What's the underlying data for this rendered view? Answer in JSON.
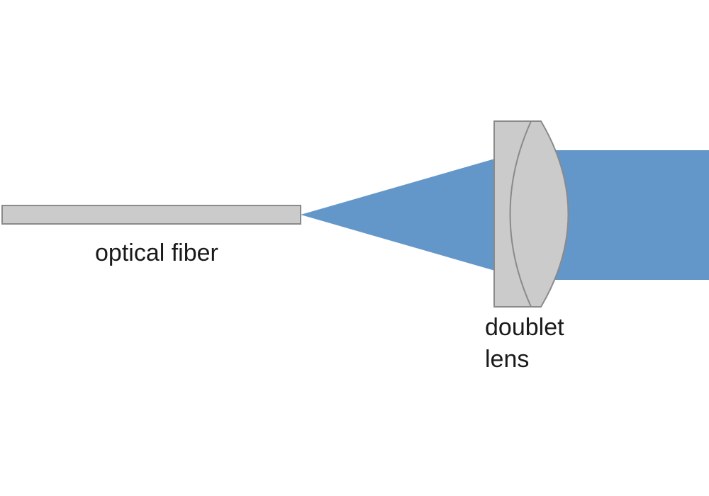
{
  "labels": {
    "fiber": "optical fiber",
    "lens_line1": "doublet",
    "lens_line2": "lens"
  },
  "colors": {
    "beam": "#6497c9",
    "component_fill": "#cbcbcb",
    "component_stroke": "#8a8a8a",
    "background": "#ffffff"
  }
}
